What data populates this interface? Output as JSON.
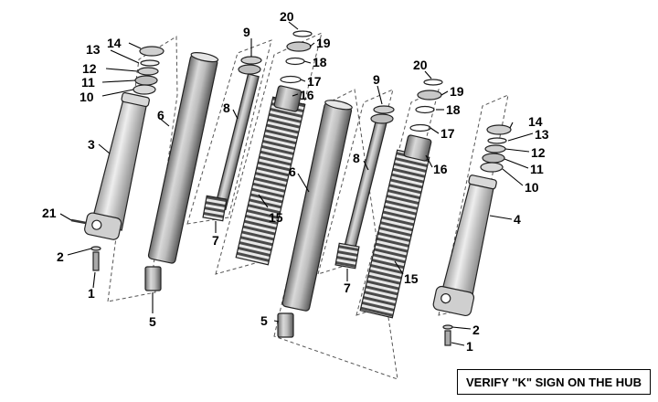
{
  "callouts": {
    "l1": "1",
    "l2": "2",
    "l3": "3",
    "l5": "5",
    "l6": "6",
    "l7": "7",
    "l8": "8",
    "l9": "9",
    "l10": "10",
    "l11": "11",
    "l12": "12",
    "l13": "13",
    "l14": "14",
    "l15": "15",
    "l16": "16",
    "l17": "17",
    "l18": "18",
    "l19": "19",
    "l20": "20",
    "l21": "21",
    "r1": "1",
    "r2": "2",
    "r4": "4",
    "r5": "5",
    "r6": "6",
    "r7": "7",
    "r8": "8",
    "r9": "9",
    "r10": "10",
    "r11": "11",
    "r12": "12",
    "r13": "13",
    "r14": "14",
    "r15": "15",
    "r16": "16",
    "r17": "17",
    "r18": "18",
    "r19": "19",
    "r20": "20"
  },
  "note": "VERIFY \"K\" SIGN ON THE HUB"
}
